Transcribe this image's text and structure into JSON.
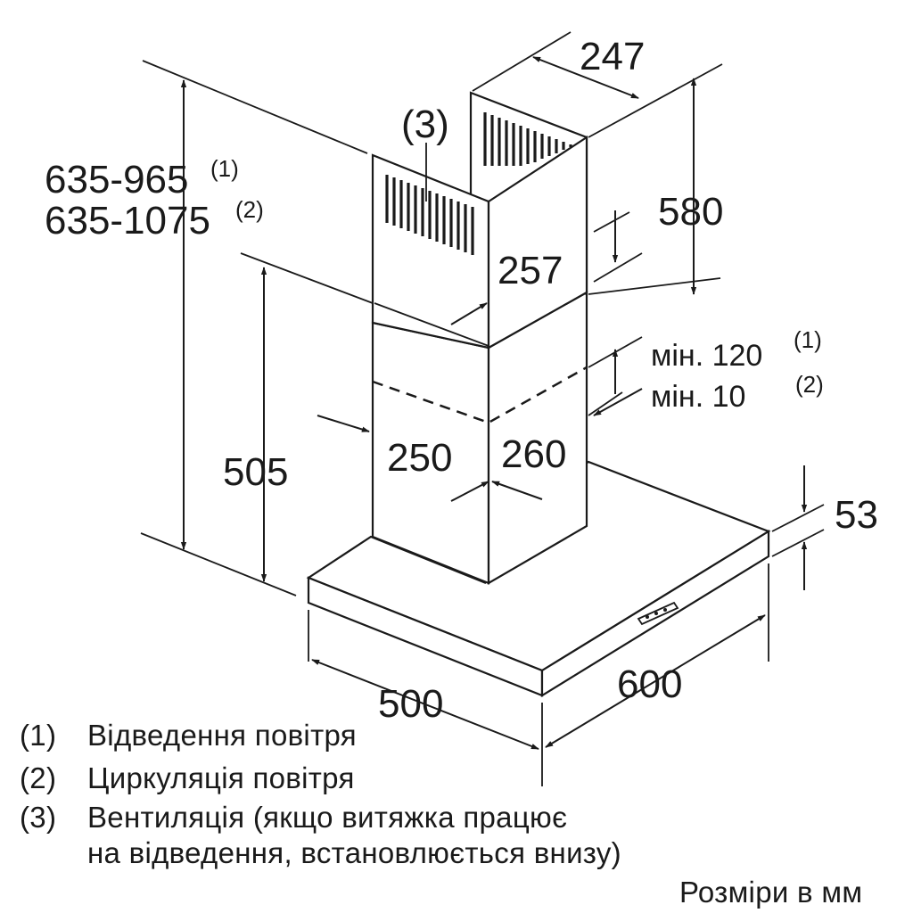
{
  "dimensions": {
    "overall_height_exhaust": "635-965",
    "overall_height_exhaust_ref": "(1)",
    "overall_height_recirc": "635-1075",
    "overall_height_recirc_ref": "(2)",
    "fan_section_height": "505",
    "upper_chimney_height": "580",
    "upper_chimney_width": "247",
    "upper_chimney_depth": "257",
    "lower_chimney_width": "250",
    "lower_chimney_depth": "260",
    "canopy_depth": "500",
    "canopy_width": "600",
    "canopy_thickness": "53",
    "min_overlap_exhaust": "мін. 120",
    "min_overlap_exhaust_ref": "(1)",
    "min_overlap_recirc": "мін. 10",
    "min_overlap_recirc_ref": "(2)",
    "vent_callout": "(3)"
  },
  "legend": {
    "item1_num": "(1)",
    "item1_text": "Відведення повітря",
    "item2_num": "(2)",
    "item2_text": "Циркуляція повітря",
    "item3_num": "(3)",
    "item3_text_line1": "Вентиляція (якщо витяжка працює",
    "item3_text_line2": "на відведення, встановлюється внизу)"
  },
  "units_note": "Розміри в мм"
}
